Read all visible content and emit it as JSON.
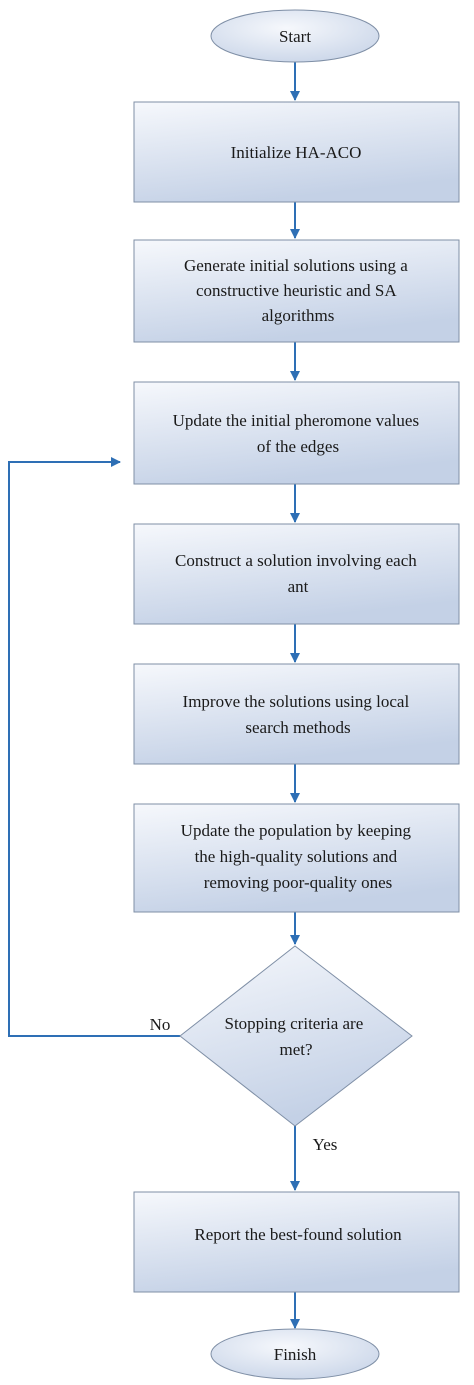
{
  "flowchart": {
    "start": {
      "label": "Start"
    },
    "steps": [
      {
        "lines": [
          "Initialize HA-ACO"
        ]
      },
      {
        "lines": [
          "Generate initial solutions using a",
          "constructive heuristic and SA",
          "algorithms"
        ]
      },
      {
        "lines": [
          "Update the initial pheromone values",
          "of the edges"
        ]
      },
      {
        "lines": [
          "Construct a solution involving each",
          "ant"
        ]
      },
      {
        "lines": [
          "Improve the solutions using local",
          "search methods"
        ]
      },
      {
        "lines": [
          "Update the population by keeping",
          "the high-quality solutions and",
          "removing poor-quality ones"
        ]
      }
    ],
    "decision": {
      "lines": [
        "Stopping criteria are",
        "met?"
      ],
      "no_label": "No",
      "yes_label": "Yes"
    },
    "report": {
      "lines": [
        "Report the best-found solution"
      ]
    },
    "finish": {
      "label": "Finish"
    }
  },
  "colors": {
    "box_fill_top": "#f5f7fb",
    "box_fill_bottom": "#c9d5e8",
    "box_stroke": "#7f8fa6",
    "connector": "#2e6fb5"
  }
}
